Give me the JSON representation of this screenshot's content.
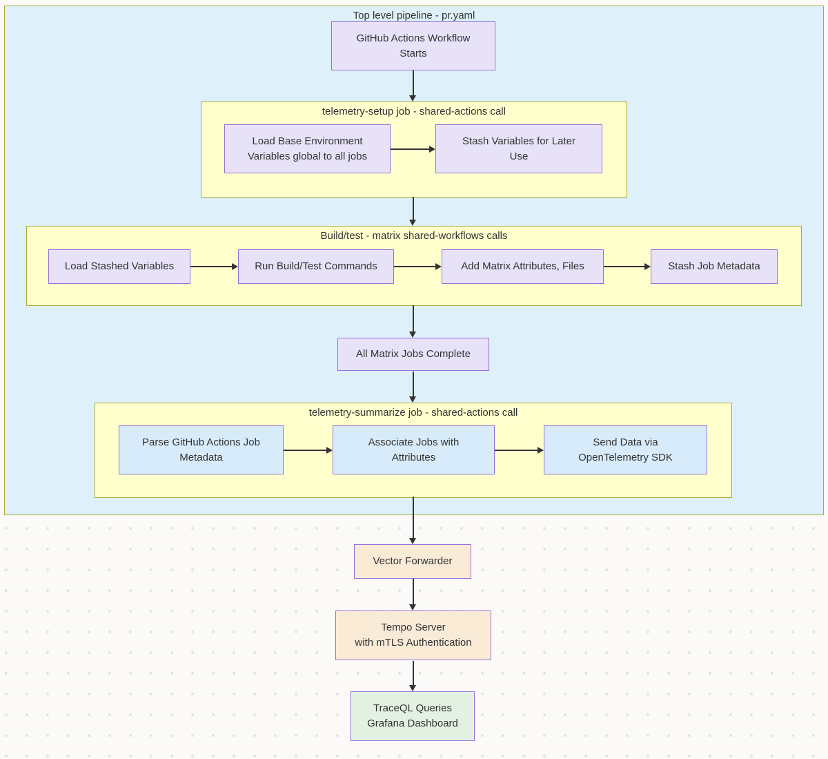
{
  "colors": {
    "canvas_bg": "#fbfaf8",
    "dot": "#e4e4e2",
    "container_fill": "#def0fa",
    "container_border": "#aaaa33",
    "subgraph_fill": "#ffffce",
    "subgraph_border": "#aaaa33",
    "node_lavender_fill": "#e7e2f8",
    "node_blue_fill": "#d8ebfb",
    "node_peach_fill": "#faebd7",
    "node_green_fill": "#e3f1e3",
    "node_border": "#9370db",
    "edge": "#333333",
    "text": "#333333"
  },
  "container": {
    "title": "Top level pipeline - pr.yaml"
  },
  "subgraphs": {
    "setup": {
      "title": "telemetry-setup job - shared-actions call"
    },
    "build": {
      "title": "Build/test - matrix shared-workflows calls"
    },
    "summarize": {
      "title": "telemetry-summarize job - shared-actions call"
    }
  },
  "nodes": {
    "workflow_start": {
      "lines": [
        "GitHub Actions Workflow",
        "Starts"
      ]
    },
    "load_base_env": {
      "lines": [
        "Load Base Environment",
        "Variables global to all jobs"
      ]
    },
    "stash_vars": {
      "lines": [
        "Stash Variables for Later",
        "Use"
      ]
    },
    "load_stashed": {
      "lines": [
        "Load Stashed Variables"
      ]
    },
    "run_build": {
      "lines": [
        "Run Build/Test Commands"
      ]
    },
    "add_matrix": {
      "lines": [
        "Add Matrix Attributes, Files"
      ]
    },
    "stash_job_meta": {
      "lines": [
        "Stash Job Metadata"
      ]
    },
    "all_matrix_complete": {
      "lines": [
        "All Matrix Jobs Complete"
      ]
    },
    "parse_metadata": {
      "lines": [
        "Parse GitHub Actions Job",
        "Metadata"
      ]
    },
    "associate_jobs": {
      "lines": [
        "Associate Jobs with",
        "Attributes"
      ]
    },
    "send_data": {
      "lines": [
        "Send Data via",
        "OpenTelemetry SDK"
      ]
    },
    "vector_forwarder": {
      "lines": [
        "Vector Forwarder"
      ]
    },
    "tempo_server": {
      "lines": [
        "Tempo Server",
        "with mTLS Authentication"
      ]
    },
    "traceql": {
      "lines": [
        "TraceQL Queries",
        "Grafana Dashboard"
      ]
    }
  }
}
